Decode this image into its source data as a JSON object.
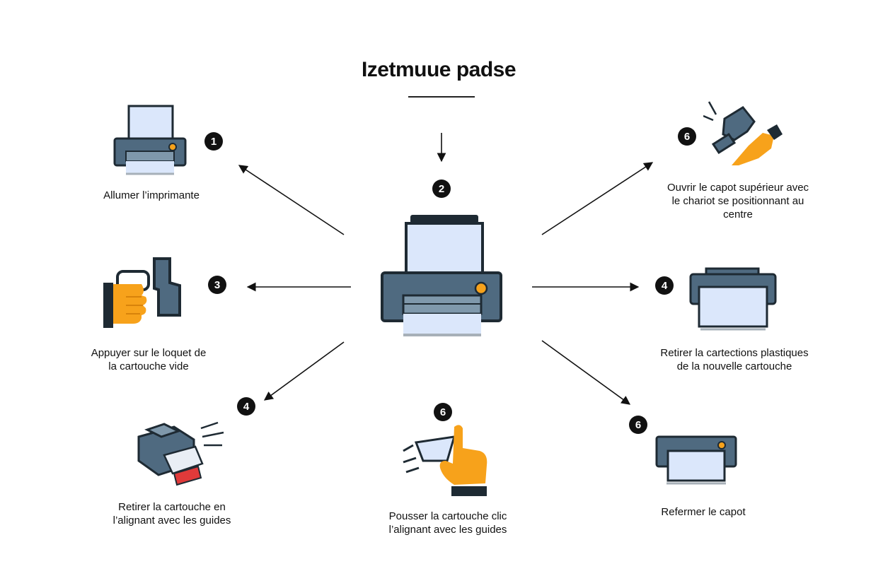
{
  "title": "Izetmuue padse",
  "colors": {
    "printer_body": "#4f6a80",
    "paper": "#dbe7fb",
    "outline": "#1e2a33",
    "accent": "#f7a21b",
    "arrow": "#111111",
    "badge": "#111111"
  },
  "steps": [
    {
      "number": "1",
      "label_lines": [
        "Allumer l’imprimante"
      ],
      "icon": "printer-icon"
    },
    {
      "number": "2",
      "label_lines": [],
      "icon": "central-printer-icon"
    },
    {
      "number": "3",
      "label_lines": [
        "Appuyer sur le loquet de",
        "la cartouche vide"
      ],
      "icon": "hand-latch-icon"
    },
    {
      "number": "4",
      "label_lines": [
        "Retirer la cartouche en",
        "l’alignant avec les guides"
      ],
      "icon": "printer-cartridge-out-icon"
    },
    {
      "number": "6",
      "label_lines": [
        "Pousser la cartouche clic",
        "l’alignant avec les guides"
      ],
      "icon": "hand-push-icon"
    },
    {
      "number": "6",
      "label_lines": [
        "Ouvrir le capot supérieur avec",
        "le chariot se positionnant au",
        "centre"
      ],
      "icon": "cartridge-hand-icon"
    },
    {
      "number": "4",
      "label_lines": [
        "Retirer la cartections plastiques",
        "de la nouvelle cartouche"
      ],
      "icon": "printer-open-icon"
    },
    {
      "number": "6",
      "label_lines": [
        "Refermer le capot"
      ],
      "icon": "printer-closed-icon"
    }
  ]
}
